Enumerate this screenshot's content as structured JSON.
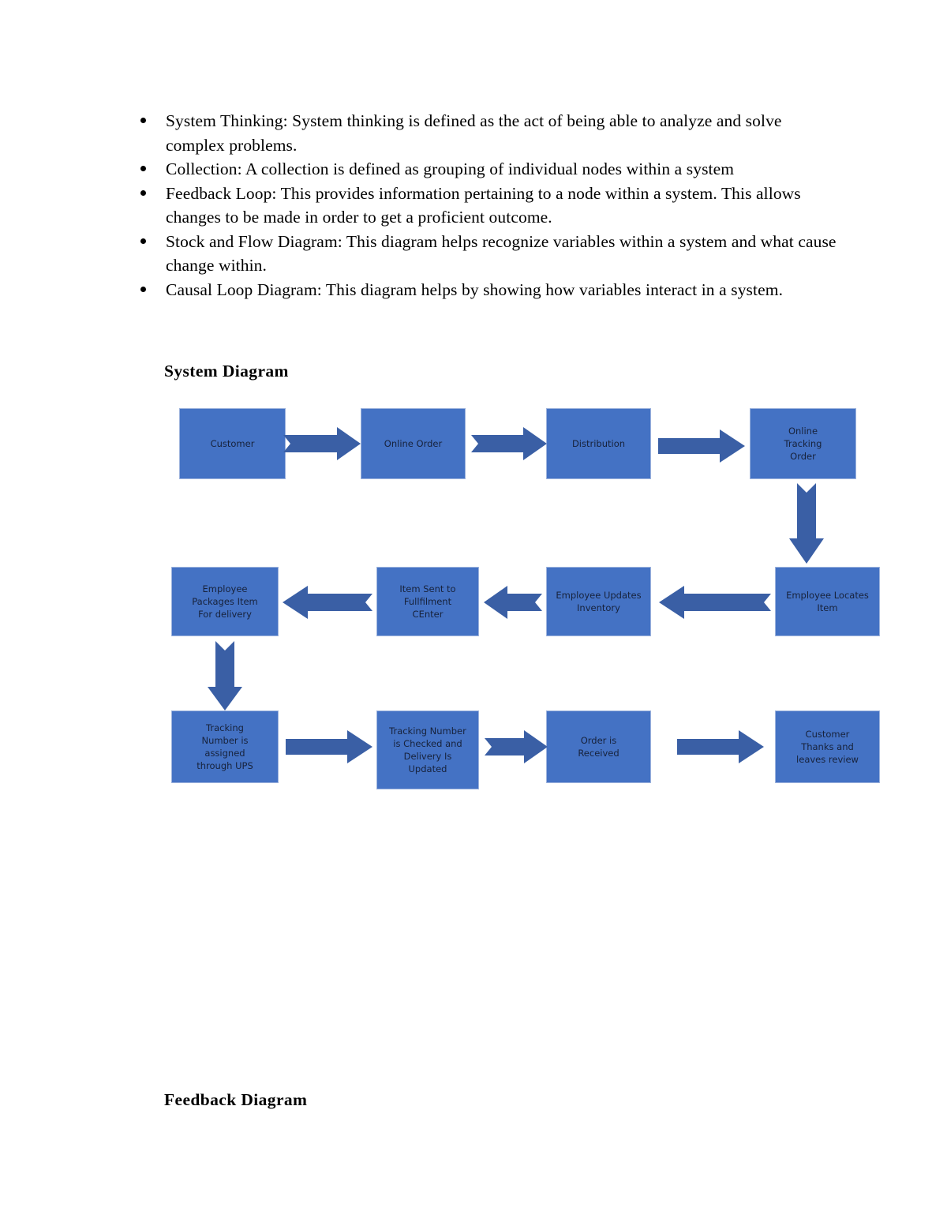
{
  "document": {
    "bullets": [
      "System Thinking: System thinking is defined as the act of being able to analyze and solve complex problems.",
      "Collection: A collection is defined as grouping of individual nodes within a system",
      "Feedback Loop: This provides information pertaining to a node within a system. This allows changes to be made in order to get a proficient outcome.",
      "Stock and Flow Diagram: This diagram helps recognize variables within a system and what cause change within.",
      "Causal Loop Diagram: This diagram helps by showing how variables interact in a system."
    ],
    "headings": {
      "system_diagram": "System Diagram",
      "feedback_diagram": "Feedback Diagram"
    }
  },
  "colors": {
    "node_fill": "#4472C4",
    "node_border": "#9DB3DD",
    "arrow_fill": "#3A5FA5",
    "text": "#17223B",
    "page_background": "#FFFFFF"
  },
  "diagram": {
    "title": "System Diagram",
    "type": "flowchart",
    "nodes": [
      {
        "id": "n1",
        "label": "Customer",
        "row": 1,
        "col": 1
      },
      {
        "id": "n2",
        "label": "Online Order",
        "row": 1,
        "col": 2
      },
      {
        "id": "n3",
        "label": "Distribution",
        "row": 1,
        "col": 3
      },
      {
        "id": "n4",
        "label": "Online\nTracking\nOrder",
        "row": 1,
        "col": 4
      },
      {
        "id": "n5",
        "label": "Employee Locates\nItem",
        "row": 2,
        "col": 4
      },
      {
        "id": "n6",
        "label": "Employee Updates\nInventory",
        "row": 2,
        "col": 3
      },
      {
        "id": "n7",
        "label": "Item Sent to\nFullfilment\nCEnter",
        "row": 2,
        "col": 2
      },
      {
        "id": "n8",
        "label": "Employee\nPackages Item\nFor delivery",
        "row": 2,
        "col": 1
      },
      {
        "id": "n9",
        "label": "Tracking\nNumber is\nassigned\nthrough UPS",
        "row": 3,
        "col": 1
      },
      {
        "id": "n10",
        "label": "Tracking Number\nis Checked and\nDelivery Is\nUpdated",
        "row": 3,
        "col": 2
      },
      {
        "id": "n11",
        "label": "Order is\nReceived",
        "row": 3,
        "col": 3
      },
      {
        "id": "n12",
        "label": "Customer\nThanks and\nleaves review",
        "row": 3,
        "col": 4
      }
    ],
    "edges": [
      {
        "from": "n1",
        "to": "n2",
        "direction": "right"
      },
      {
        "from": "n2",
        "to": "n3",
        "direction": "right"
      },
      {
        "from": "n3",
        "to": "n4",
        "direction": "right"
      },
      {
        "from": "n4",
        "to": "n5",
        "direction": "down"
      },
      {
        "from": "n5",
        "to": "n6",
        "direction": "left"
      },
      {
        "from": "n6",
        "to": "n7",
        "direction": "left"
      },
      {
        "from": "n7",
        "to": "n8",
        "direction": "left"
      },
      {
        "from": "n8",
        "to": "n9",
        "direction": "down"
      },
      {
        "from": "n9",
        "to": "n10",
        "direction": "right"
      },
      {
        "from": "n10",
        "to": "n11",
        "direction": "right"
      },
      {
        "from": "n11",
        "to": "n12",
        "direction": "right"
      }
    ]
  }
}
